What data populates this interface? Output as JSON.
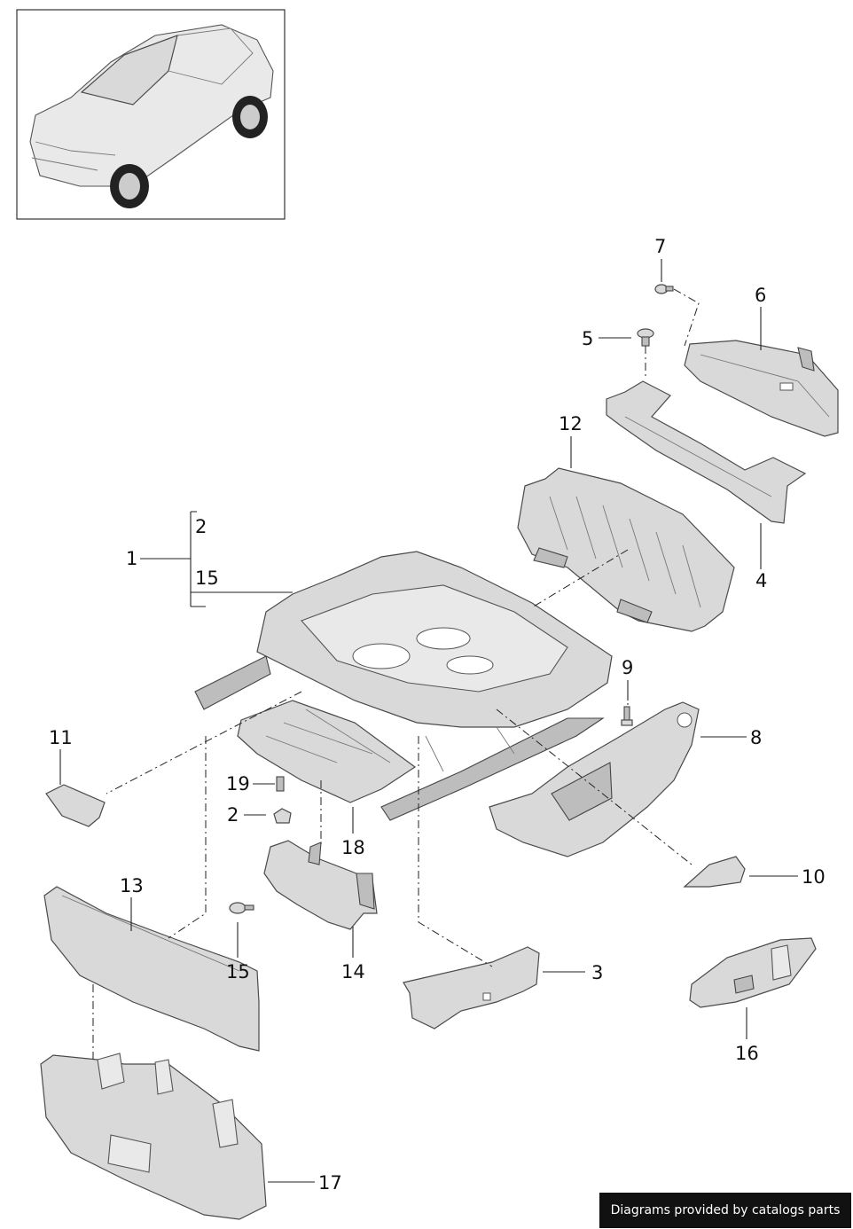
{
  "footer_text": "Diagrams provided by catalogs parts",
  "callouts": {
    "c1": "1",
    "c2a": "2",
    "c15a": "15",
    "c2b": "2",
    "c3": "3",
    "c4": "4",
    "c5": "5",
    "c6": "6",
    "c7": "7",
    "c8": "8",
    "c9": "9",
    "c10": "10",
    "c11": "11",
    "c12": "12",
    "c13": "13",
    "c14": "14",
    "c15b": "15",
    "c16": "16",
    "c17": "17",
    "c18": "18",
    "c19": "19"
  },
  "colors": {
    "part_fill": "#d9d9d9",
    "line": "#222222",
    "footer_bg": "#111111"
  }
}
